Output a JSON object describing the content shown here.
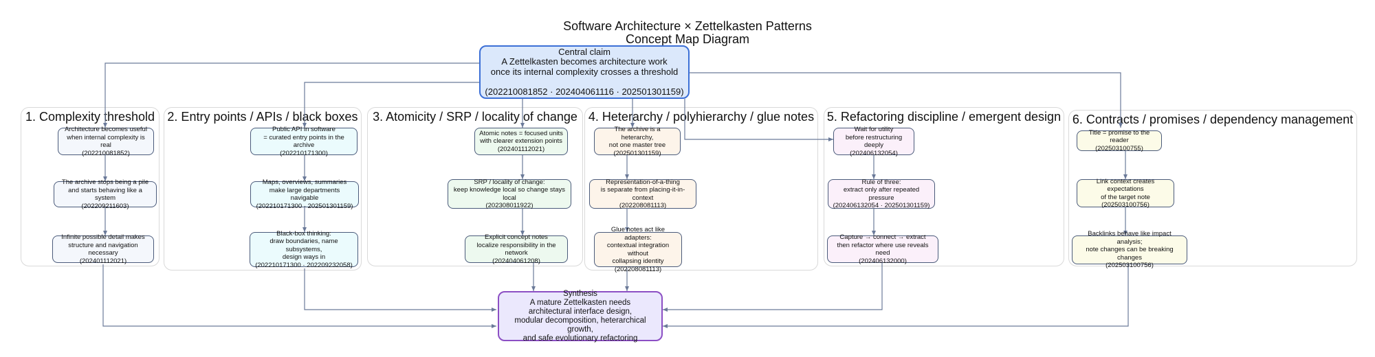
{
  "title": {
    "line1": "Software Architecture × Zettelkasten Patterns",
    "line2": "Concept Map Diagram"
  },
  "central": {
    "text": "Central claim\nA Zettelkasten becomes architecture work\nonce its internal complexity crosses a threshold\n\n(202210081852 · 202404061116 · 202501301159)"
  },
  "clusters": [
    {
      "label": "1. Complexity threshold",
      "nodes": [
        "Architecture becomes useful\nwhen internal complexity is real\n(202210081852)",
        "The archive stops being a pile\nand starts behaving like a system\n(202209211603)",
        "Infinite possible detail makes\nstructure and navigation necessary\n(202401112021)"
      ]
    },
    {
      "label": "2. Entry points / APIs / black boxes",
      "nodes": [
        "Public API in software\n= curated entry points in the archive\n(202210171300)",
        "Maps, overviews, summaries\nmake large departments navigable\n(202210171300 · 202501301159)",
        "Black-box thinking:\ndraw boundaries, name subsystems,\ndesign ways in\n(202210171300 · 202209232058)"
      ]
    },
    {
      "label": "3. Atomicity / SRP / locality of change",
      "nodes": [
        "Atomic notes = focused units\nwith clearer extension points\n(202401112021)",
        "SRP / locality of change:\nkeep knowledge local so change stays local\n(202308011922)",
        "Explicit concept notes\nlocalize responsibility in the network\n(202404061208)"
      ]
    },
    {
      "label": "4. Heterarchy / polyhierarchy / glue notes",
      "nodes": [
        "The archive is a heterarchy,\nnot one master tree\n(202501301159)",
        "Representation-of-a-thing\nis separate from placing-it-in-context\n(202208081113)",
        "Glue notes act like adapters:\ncontextual integration without\ncollapsing identity\n(202208081113)"
      ]
    },
    {
      "label": "5. Refactoring discipline / emergent design",
      "nodes": [
        "Wait for utility\nbefore restructuring deeply\n(202406132054)",
        "Rule of three:\nextract only after repeated pressure\n(202406132054 · 202501301159)",
        "Capture → connect → extract\nthen refactor where use reveals need\n(202406132000)"
      ]
    },
    {
      "label": "6. Contracts / promises / dependency management",
      "nodes": [
        "Title = promise to the reader\n(202503100755)",
        "Link context creates expectations\nof the target note\n(202503100756)",
        "Backlinks behave like impact analysis;\nnote changes can be breaking changes\n(202503100756)"
      ]
    }
  ],
  "synthesis": {
    "text": "Synthesis\nA mature Zettelkasten needs\narchitectural interface design,\nmodular decomposition, heterarchical growth,\nand safe evolutionary refactoring"
  },
  "colors": {
    "edge": "#6b7a99",
    "cluster_border": "#d9d9d9",
    "central_fill": "#dbe8fb",
    "central_border": "#3b6fd6",
    "synthesis_fill": "#ebe8fd",
    "synthesis_border": "#8c4fc4"
  }
}
